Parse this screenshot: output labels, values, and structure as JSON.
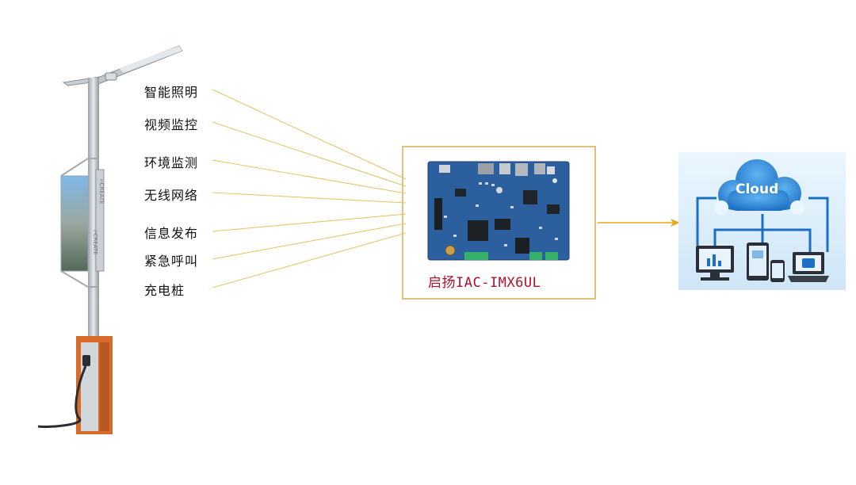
{
  "functions": [
    {
      "label": "智能照明"
    },
    {
      "label": "视频监控"
    },
    {
      "label": "环境监测"
    },
    {
      "label": "无线网络"
    },
    {
      "label": "信息发布"
    },
    {
      "label": "紧急呼叫"
    },
    {
      "label": "充电桩"
    }
  ],
  "controller": {
    "caption": "启扬IAC-IMX6UL"
  },
  "cloud": {
    "label": "Cloud"
  },
  "pole": {
    "brand_text": "i-CREATE"
  },
  "colors": {
    "connector_line": "#e6c56a",
    "arrow": "#e8a81c",
    "caption": "#b0102a",
    "box_border": "#e2c27a",
    "cloud_bg": "#dbeefb",
    "cloud_blue": "#1b6fc4",
    "board_pcb": "#2b5f9e",
    "charger_orange": "#d86a2a"
  }
}
